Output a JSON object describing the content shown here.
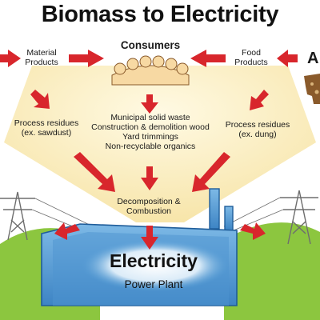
{
  "title": "Biomass to Electricity",
  "nodes": {
    "material_products": "Material\nProducts",
    "consumers": "Consumers",
    "food_products": "Food\nProducts",
    "animals_partial": "A",
    "process_residues_left": "Process residues\n(ex. sawdust)",
    "municipal_waste": "Municipal solid waste\nConstruction & demolition wood\nYard trimmings\nNon-recyclable organics",
    "process_residues_right": "Process residues\n(ex. dung)",
    "decomposition": "Decomposition &\nCombustion",
    "electricity": "Electricity",
    "power_plant": "Power Plant"
  },
  "colors": {
    "arrow": "#d8262c",
    "funnel": "#fbefc2",
    "plant": "#5aa2d8",
    "plant_dark": "#1f5d9a",
    "hill": "#8cc63f",
    "tower": "#6e6e6e"
  }
}
